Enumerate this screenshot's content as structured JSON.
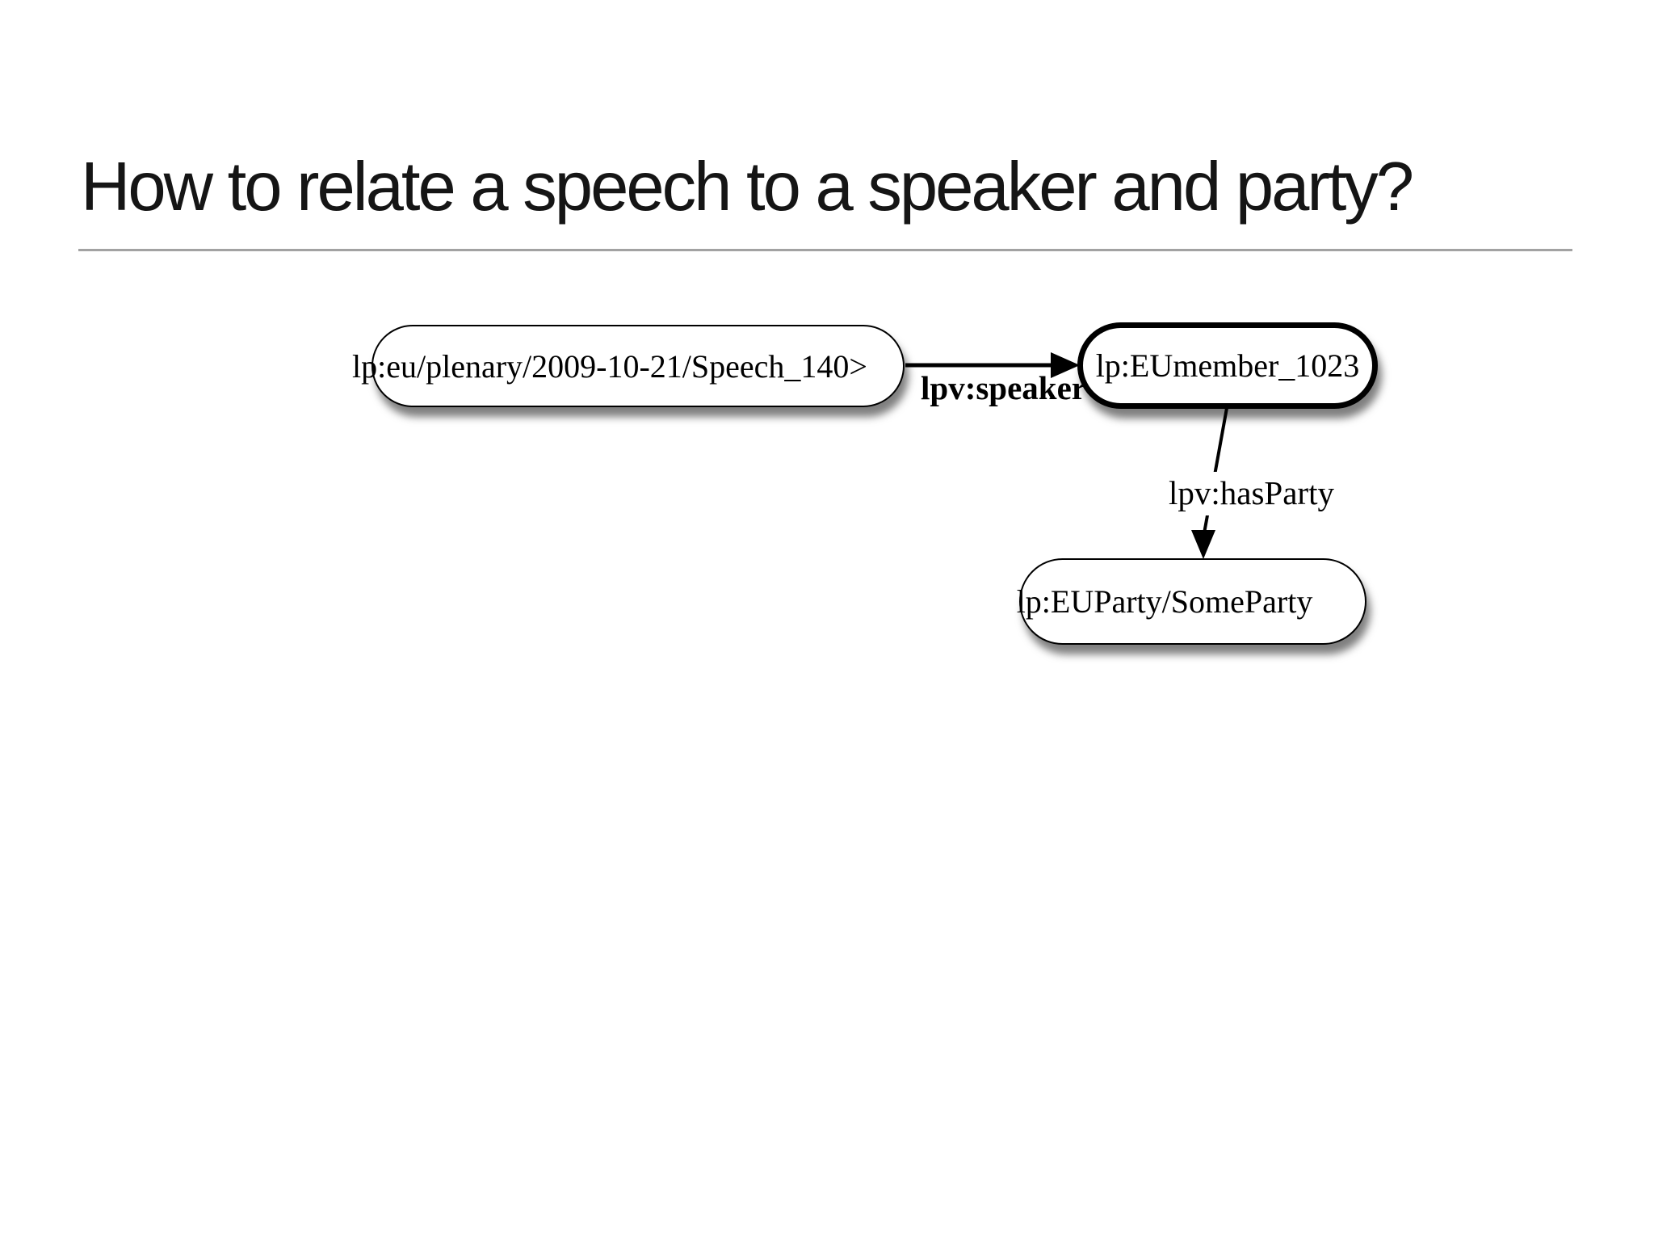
{
  "slide": {
    "title": "How to relate a speech to a speaker and party?"
  },
  "diagram": {
    "nodes": [
      {
        "id": "speech",
        "label": "lp:eu/plenary/2009-10-21/Speech_140>"
      },
      {
        "id": "member",
        "label": "lp:EUmember_1023"
      },
      {
        "id": "party",
        "label": "lp:EUParty/SomeParty"
      }
    ],
    "edges": [
      {
        "from": "speech",
        "to": "member",
        "label": "lpv:speaker"
      },
      {
        "from": "member",
        "to": "party",
        "label": "lpv:hasParty"
      }
    ]
  },
  "colors": {
    "background": "#ffffff",
    "title_text": "#151515",
    "divider": "#a2a2a2",
    "node_fill": "#ffffff",
    "node_border": "#000000",
    "edge_stroke": "#000000"
  }
}
